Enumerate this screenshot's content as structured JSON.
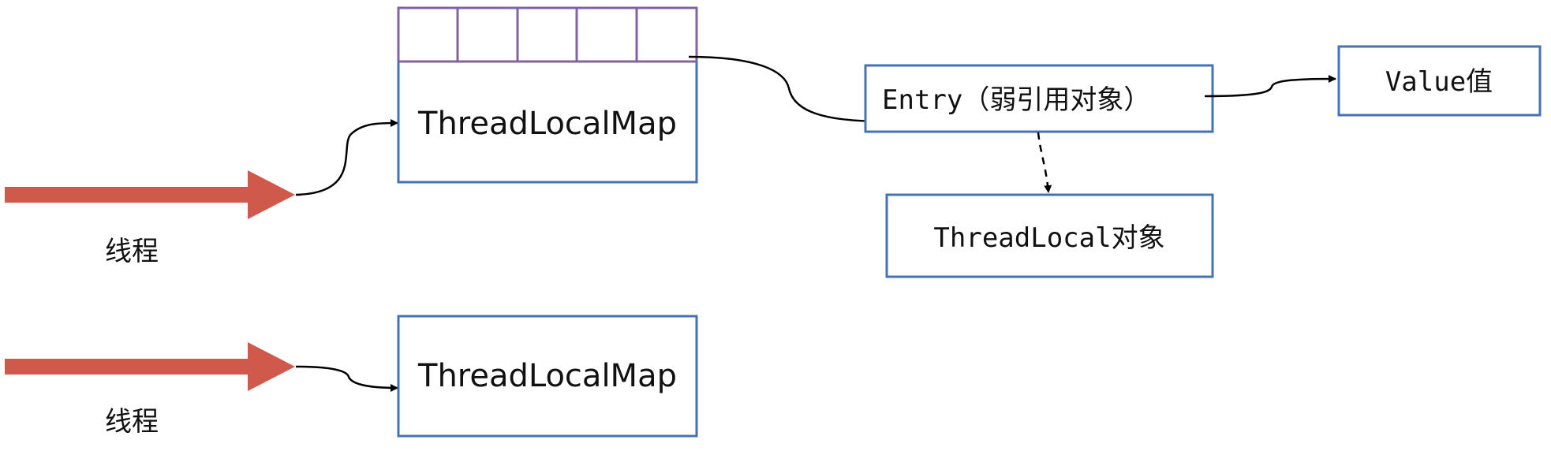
{
  "threads": [
    {
      "label": "线程",
      "map_label": "ThreadLocalMap"
    },
    {
      "label": "线程",
      "map_label": "ThreadLocalMap"
    }
  ],
  "entry": {
    "label": "Entry（弱引用对象）"
  },
  "value": {
    "label": "Value值"
  },
  "threadlocal": {
    "label": "ThreadLocal对象"
  },
  "colors": {
    "box_stroke": "#4472b8",
    "slot_stroke": "#8064a2",
    "thread_arrow": "#cf5a4c",
    "connector": "#000000"
  }
}
